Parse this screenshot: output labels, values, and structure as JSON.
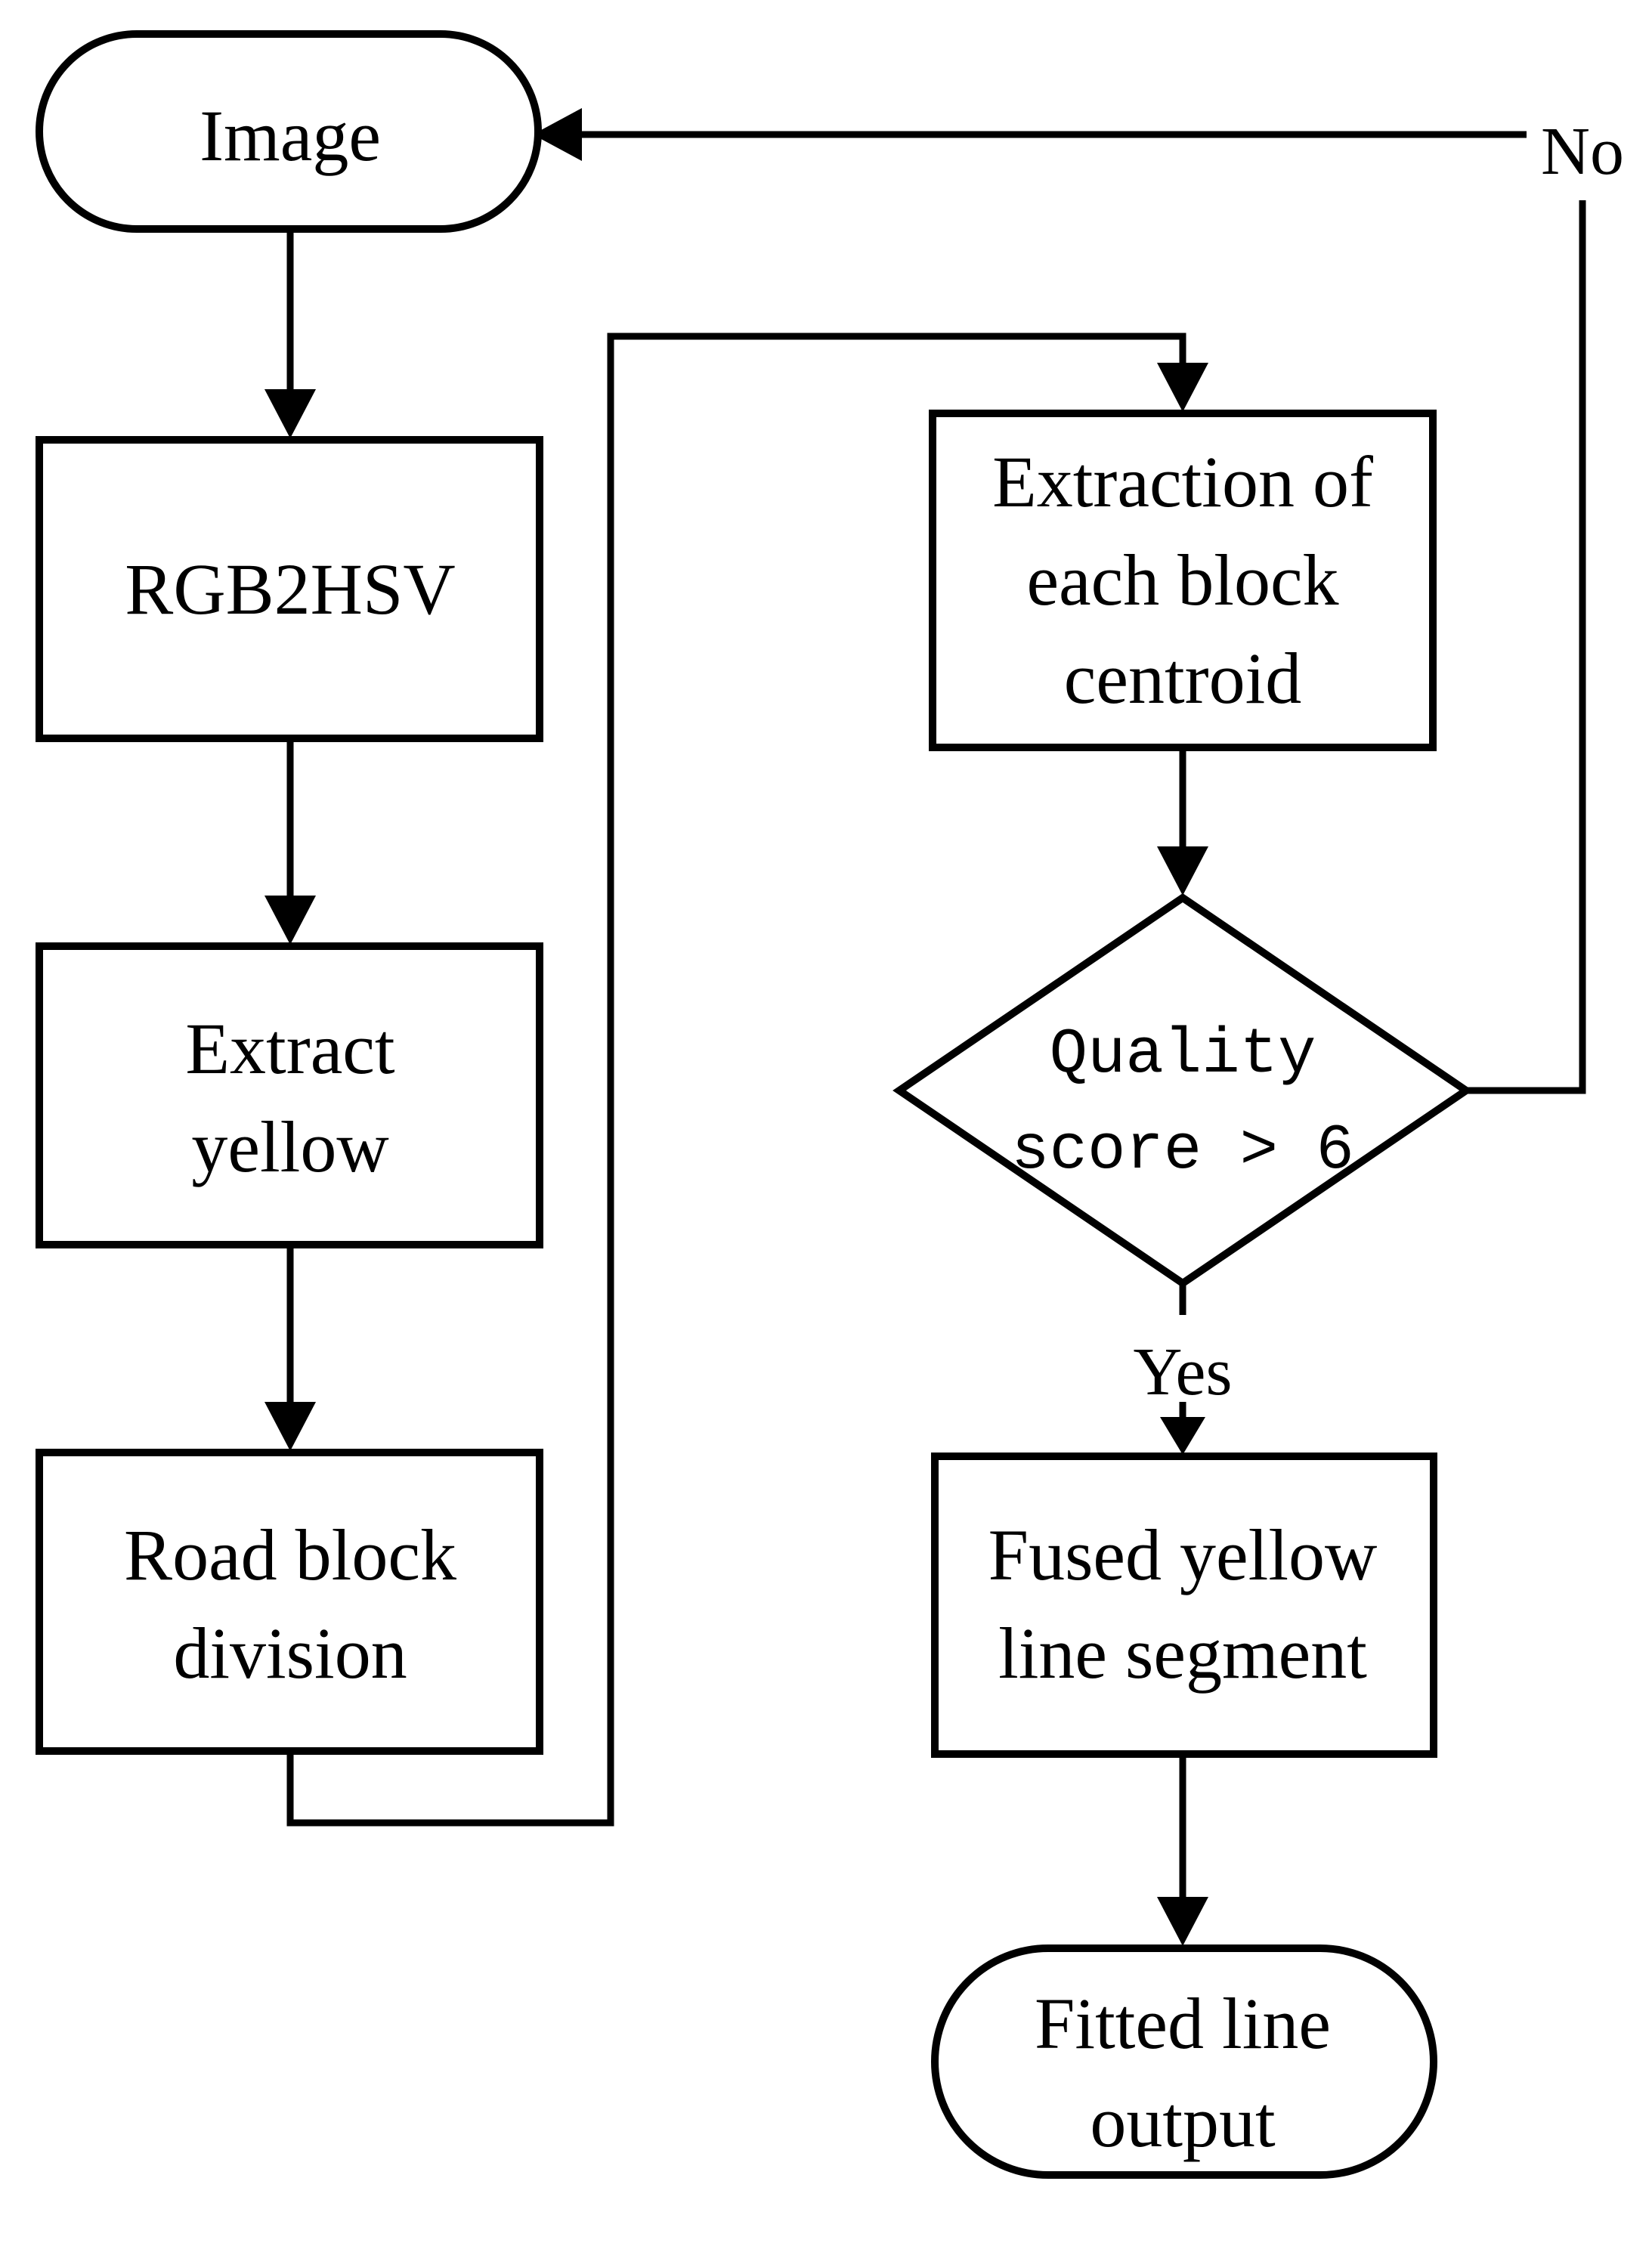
{
  "nodes": {
    "image": {
      "lines": [
        "Image"
      ]
    },
    "rgb2hsv": {
      "lines": [
        "RGB2HSV"
      ]
    },
    "extract_yellow": {
      "lines": [
        "Extract",
        "yellow"
      ]
    },
    "road_block_division": {
      "lines": [
        "Road block",
        "division"
      ]
    },
    "centroid_extraction": {
      "lines": [
        "Extraction of",
        "each block",
        "centroid"
      ]
    },
    "quality_check": {
      "lines": [
        "Quality",
        "score > 6"
      ]
    },
    "fused_segment": {
      "lines": [
        "Fused yellow",
        "line segment"
      ]
    },
    "fitted_output": {
      "lines": [
        "Fitted line",
        "output"
      ]
    }
  },
  "edge_labels": {
    "no": "No",
    "yes": "Yes"
  },
  "colors": {
    "stroke": "#000000",
    "fill": "#ffffff"
  }
}
